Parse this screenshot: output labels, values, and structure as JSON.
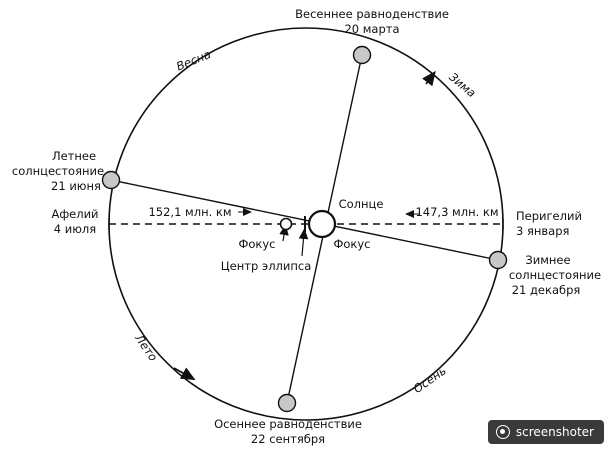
{
  "diagram": {
    "labels": {
      "spring_equinox": [
        "Весеннее равноденствие",
        "20 марта"
      ],
      "autumn_equinox": [
        "Осеннее равноденствие",
        "22 сентября"
      ],
      "summer_solstice": [
        "Летнее",
        "солнцестояние",
        "21 июня"
      ],
      "winter_solstice": [
        "Зимнее",
        "солнцестояние",
        "21 декабря"
      ],
      "aphelion": [
        "Афелий",
        "4 июля"
      ],
      "perihelion": [
        "Перигелий",
        "3 января"
      ],
      "sun": "Солнце",
      "focus_left": "Фокус",
      "focus_right": "Фокус",
      "ellipse_center": "Центр эллипса",
      "aphelion_distance": "152,1 млн. км",
      "perihelion_distance": "147,3 млн. км",
      "season_spring": "Весна",
      "season_winter": "Зима",
      "season_summer": "Лето",
      "season_autumn": "Осень"
    }
  },
  "watermark": {
    "text": "screenshoter",
    "icon": "camera-icon"
  }
}
